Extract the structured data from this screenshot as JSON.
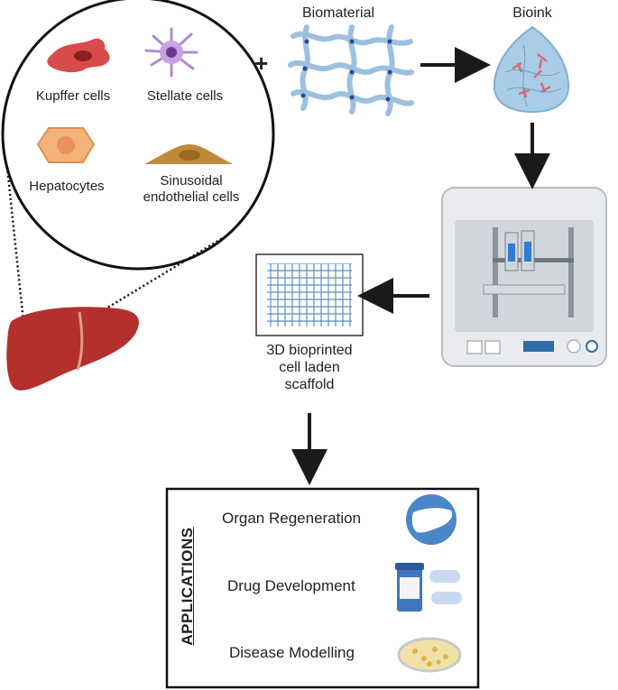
{
  "cells": {
    "kupffer": "Kupffer cells",
    "stellate": "Stellate cells",
    "hepatocytes": "Hepatocytes",
    "sinusoidal_line1": "Sinusoidal",
    "sinusoidal_line2": "endothelial cells"
  },
  "plus": "+",
  "biomaterial": "Biomaterial",
  "bioink": "Bioink",
  "scaffold": {
    "line1": "3D bioprinted",
    "line2": "cell laden",
    "line3": "scaffold"
  },
  "applications": {
    "heading": "APPLICATIONS",
    "items": [
      "Organ Regeneration",
      "Drug Development",
      "Disease Modelling"
    ]
  },
  "colors": {
    "arrow": "#1a1a1a",
    "liver": "#b3302c",
    "hydrogel": "#9cc0e0",
    "icon_blue": "#4a86c8"
  }
}
